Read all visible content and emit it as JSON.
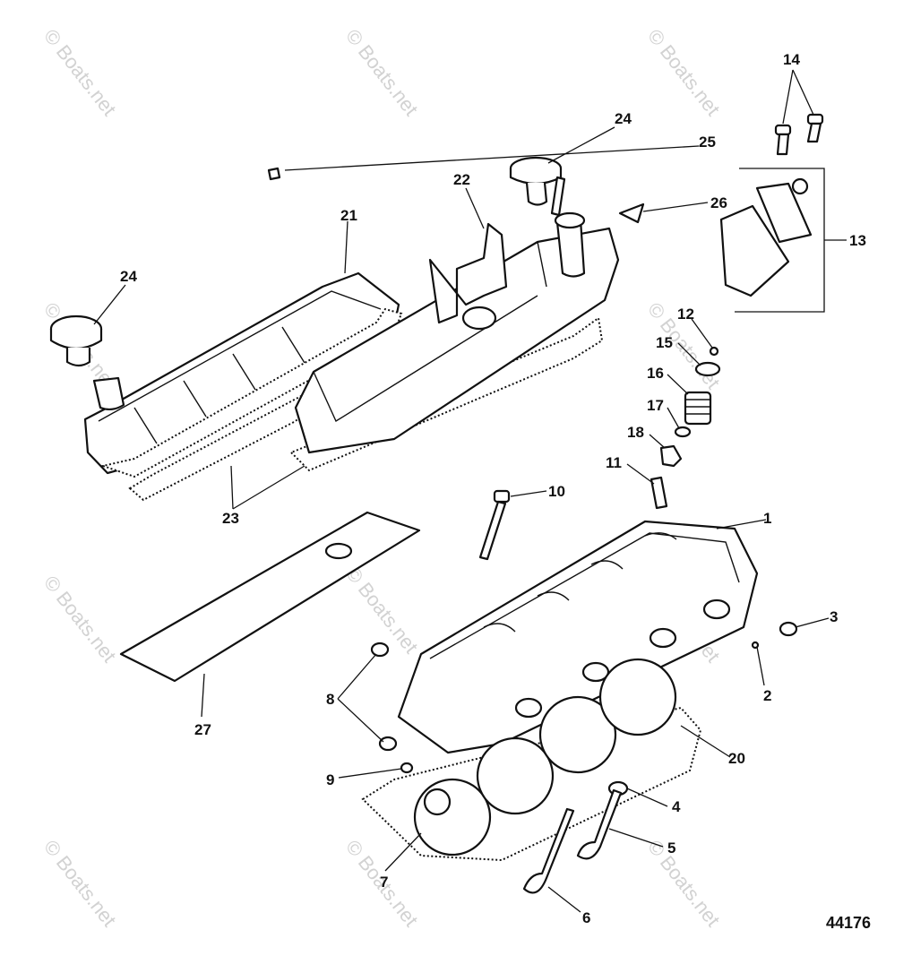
{
  "watermark": "© Boats.net",
  "figure_number": "44176",
  "callouts": {
    "c1": "1",
    "c2": "2",
    "c3": "3",
    "c4": "4",
    "c5": "5",
    "c6": "6",
    "c7": "7",
    "c8": "8",
    "c9": "9",
    "c10": "10",
    "c11": "11",
    "c12": "12",
    "c13": "13",
    "c14": "14",
    "c15": "15",
    "c16": "16",
    "c17": "17",
    "c18": "18",
    "c20": "20",
    "c21": "21",
    "c22": "22",
    "c23": "23",
    "c24a": "24",
    "c24b": "24",
    "c25": "25",
    "c26": "26",
    "c27": "27"
  }
}
